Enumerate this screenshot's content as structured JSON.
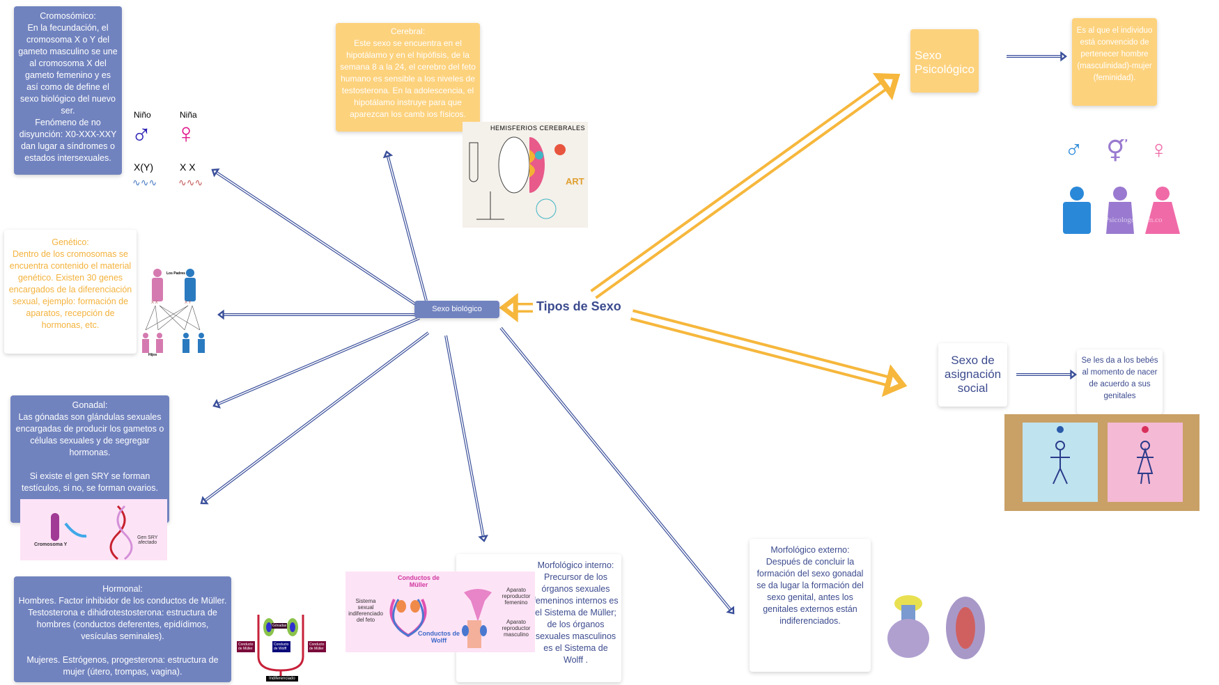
{
  "title": "Tipos de Sexo",
  "center_node": "Sexo biológico",
  "biological": {
    "cromosomico": "Cromosómico:\nEn la fecundación, el cromosoma X o Y del gameto masculino se une al cromosoma X del gameto femenino y es así como de define el sexo biológico del nuevo ser.\nFenómeno de no disyunción: X0-XXX-XXY dan lugar a síndromes o estados intersexuales.",
    "cerebral": "Cerebral:\nEste sexo se encuentra en el hipotálamo  y en el hipófisis, de la semana 8 a la 24, el cerebro del feto humano es sensible a los niveles de testosterona. En la adolescencia, el hipotálamo instruye para que aparezcan los camb ios físicos.",
    "genetico": "Genético:\nDentro de los cromosomas se encuentra contenido el material genético. Existen 30 genes encargados de la diferenciación sexual, ejemplo: formación de aparatos, recepción de hormonas, etc.",
    "gonadal": "Gonadal:\nLas gónadas son glándulas sexuales encargadas de producir los gametos o células sexuales y de segregar hormonas.\n\nSi existe el gen SRY se forman testículos, si no, se forman ovarios.",
    "hormonal": "Hormonal:\nHombres. Factor inhibidor de los conductos de Müller. Testosterona e dihidrotestosterona: estructura de hombres (conductos deferentes, epidídimos, vesículas seminales).\n\nMujeres. Estrógenos, progesterona: estructura de mujer (útero, trompas, vagina).",
    "morf_interno": "Morfológico interno:\nPrecursor de los órganos sexuales femeninos internos es el Sistema de Müller; de los órganos sexuales masculinos es el Sistema de Wolff .",
    "morf_externo": "Morfológico externo:\nDespués de concluir la formación del sexo gonadal se da lugar la formación del sexo genital, antes los genitales externos están indiferenciados."
  },
  "psicologico": {
    "label": "Sexo Psicológico",
    "description": "Es al que el individuo está convencido de pertenecer hombre (masculinidad)-mujer (feminidad)."
  },
  "social": {
    "label": "Sexo de asignación social",
    "description": "Se les da a los bebés al momento de nacer de acuerdo a sus genitales"
  },
  "images": {
    "chromosome": {
      "boy": "Niño",
      "girl": "Niña",
      "boy_chr": "X(Y)",
      "girl_chr": "X X"
    },
    "brain": {
      "title": "HEMISFERIOS CEREBRALES",
      "art": "ART"
    },
    "genetics": {
      "parents": "Los Padres",
      "children": "Hijos",
      "xx": "X X",
      "xy": "X Y"
    },
    "sry": {
      "chromosome": "Cromosoma Y",
      "gene": "Gen SRY\nafectado"
    },
    "hormonal": {
      "gonadas": "Gónadas",
      "muller": "Conducto de Müller",
      "wolff": "Conducto de Wolff",
      "indif": "Indiferenciado"
    },
    "muller": {
      "muller": "Conductos de Müller",
      "wolff": "Conductos de Wolff",
      "sistema": "Sistema sexual indiferenciado del feto",
      "fem": "Aparato reproductor femenino",
      "masc": "Aparato reproductor masculino"
    },
    "psico_watermark": "Psicologos.com.co"
  },
  "colors": {
    "blue_box": "#7183bf",
    "orange_box": "#fdd27d",
    "arrow_blue": "#3a4f9a",
    "arrow_yellow": "#f6b73c",
    "title": "#3c4b8e"
  }
}
